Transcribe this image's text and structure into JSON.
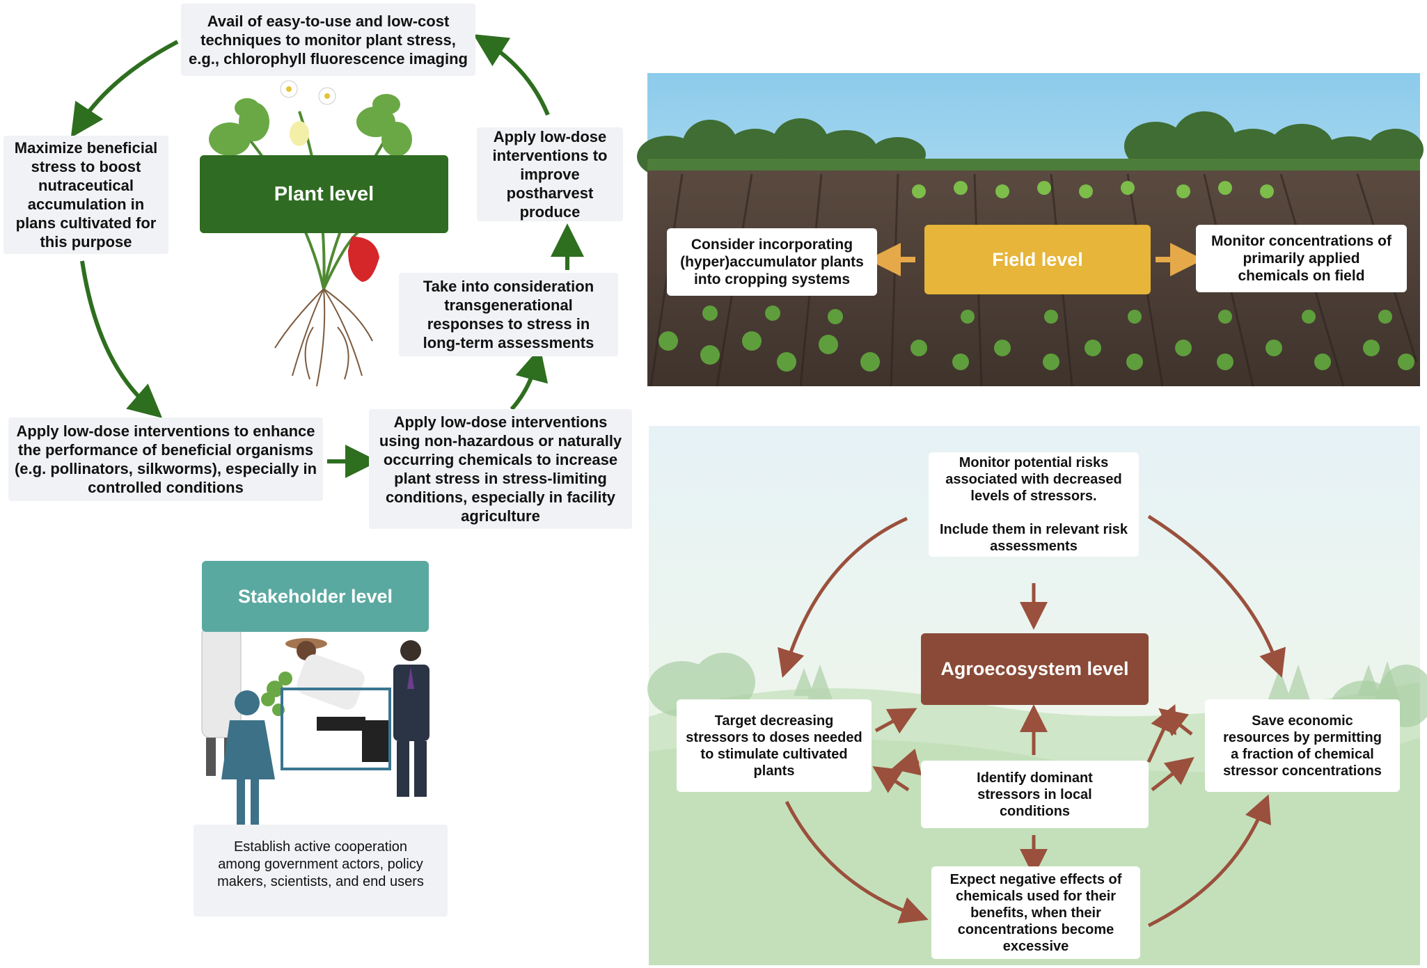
{
  "plant": {
    "title": "Plant level",
    "box_monitor": "Avail of easy-to-use and low-cost\ntechniques to monitor plant stress,\ne.g., chlorophyll fluorescence imaging",
    "box_maximize": "Maximize beneficial\nstress to boost\nnutraceutical\naccumulation in\nplans cultivated for\nthis purpose",
    "box_postharvest": "Apply low-dose\ninterventions to\nimprove\npostharvest\nproduce",
    "box_transgen": "Take into consideration\ntransgenerational\nresponses to stress in\nlong-term assessments",
    "box_beneficial": "Apply low-dose interventions to enhance\nthe performance of beneficial organisms\n(e.g. pollinators, silkworms), especially in\ncontrolled conditions",
    "box_nonhazard": "Apply low-dose interventions\nusing non-hazardous or naturally\noccurring chemicals to increase\nplant stress in stress-limiting\nconditions, especially in facility\nagriculture"
  },
  "field": {
    "title": "Field level",
    "box_left": "Consider incorporating\n(hyper)accumulator plants\ninto cropping systems",
    "box_right": "Monitor concentrations of\nprimarily applied\nchemicals on field"
  },
  "stakeholder": {
    "title": "Stakeholder level",
    "box_text": "Establish active cooperation\namong government actors, policy\nmakers, scientists, and end users"
  },
  "agro": {
    "title": "Agroecosystem level",
    "box_top": "Monitor potential risks\nassociated with decreased\nlevels of stressors.\n\nInclude them in relevant risk\nassessments",
    "box_left": "Target decreasing\nstressors to doses needed\nto stimulate cultivated\nplants",
    "box_center": "Identify dominant\nstressors in local\nconditions",
    "box_right": "Save economic\nresources by permitting\na fraction of chemical\nstressor concentrations",
    "box_bottom": "Expect negative effects of\nchemicals used for their\nbenefits, when their\nconcentrations become\nexcessive"
  },
  "colors": {
    "plant_green": "#2f6b22",
    "field_gold": "#e6b53a",
    "stakeholder_teal": "#5aa9a1",
    "agro_brown": "#8a4a37",
    "arrow_green": "#2e6e1f",
    "arrow_brown": "#9a503c",
    "arrow_gold": "#e6a94a"
  },
  "icons": [
    "strawberry-plant-icon",
    "crop-field-scene",
    "stakeholder-people-icon",
    "landscape-background"
  ]
}
